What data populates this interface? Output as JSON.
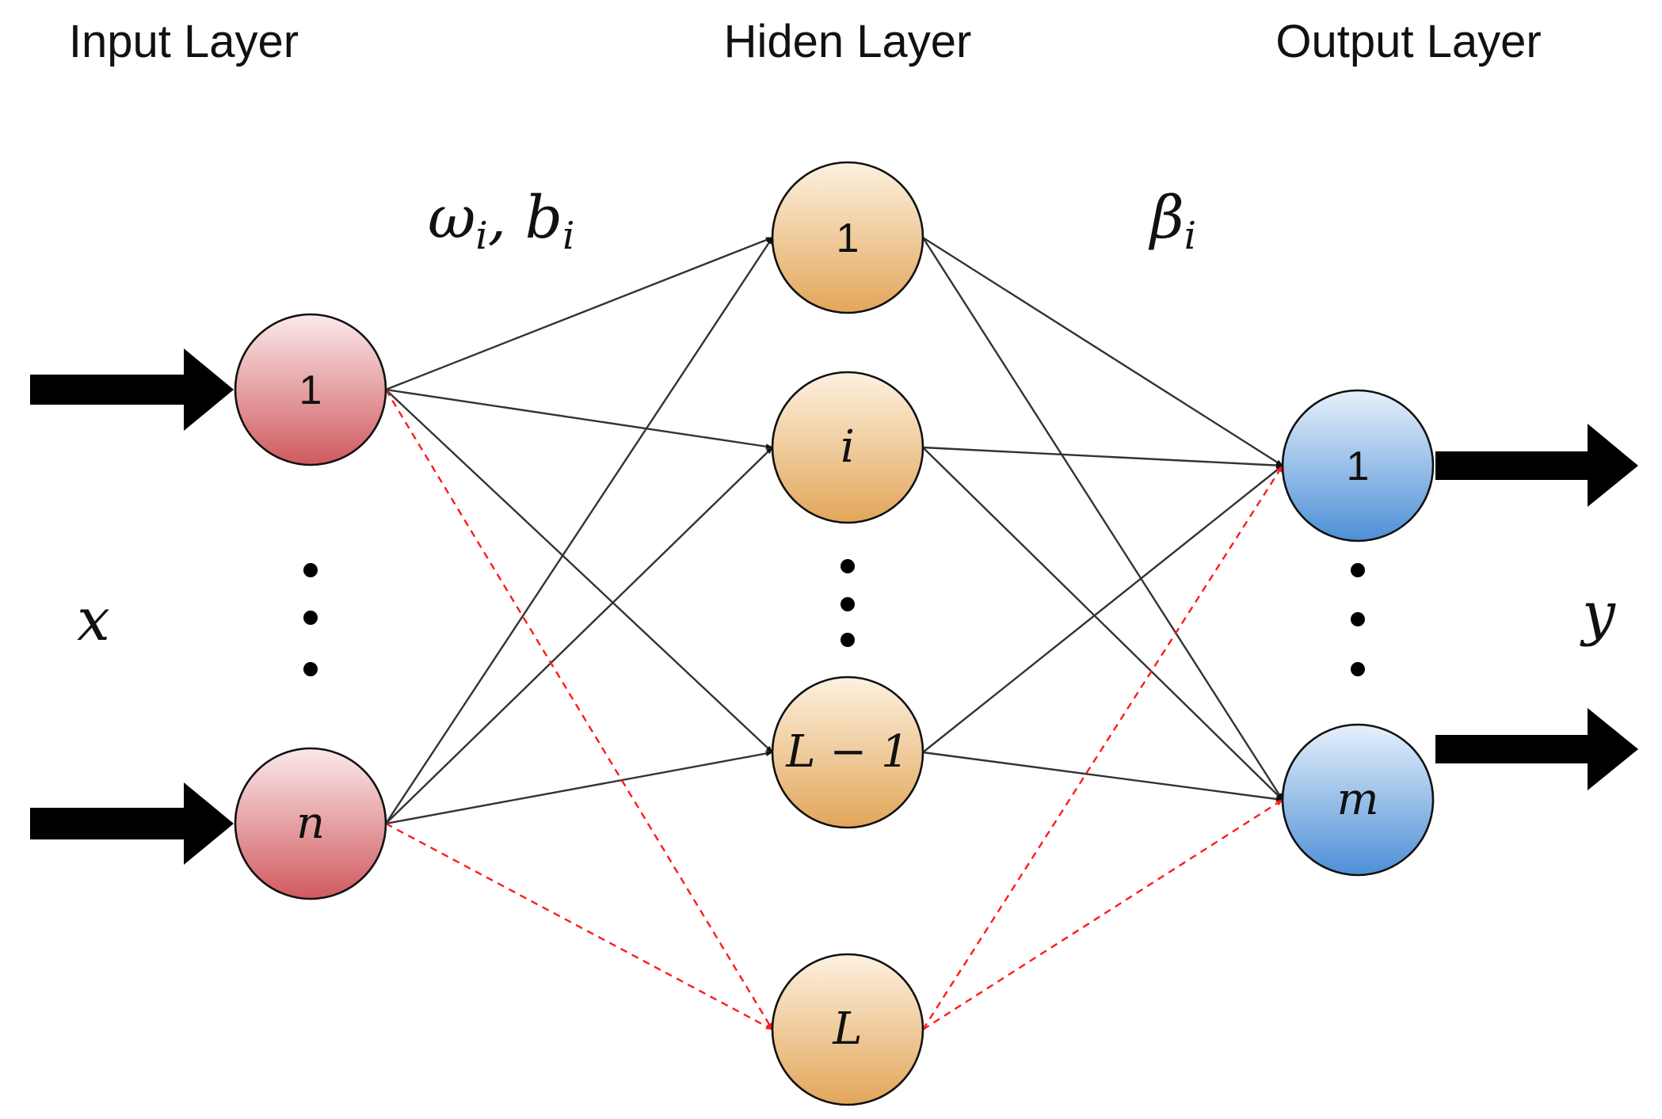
{
  "labels": {
    "input_layer": "Input Layer",
    "hidden_layer": "Hiden Layer",
    "output_layer": "Output Layer",
    "input_var": "x",
    "output_var": "y",
    "weights_omega": "ω",
    "weights_sep": ", ",
    "weights_b": "b",
    "weights_sub": "i",
    "beta": "β",
    "beta_sub": "i"
  },
  "input_nodes": [
    {
      "label": "1",
      "style": "num"
    },
    {
      "label": "n",
      "style": "var"
    }
  ],
  "hidden_nodes": [
    {
      "label": "1",
      "style": "num"
    },
    {
      "label": "i",
      "style": "var"
    },
    {
      "label": "L − 1",
      "style": "var"
    },
    {
      "label": "L",
      "style": "var"
    }
  ],
  "output_nodes": [
    {
      "label": "1",
      "style": "num"
    },
    {
      "label": "m",
      "style": "var"
    }
  ],
  "colors": {
    "input_top": "#fbe9ea",
    "input_bottom": "#d05a5f",
    "hidden_top": "#fdf1df",
    "hidden_bottom": "#e2a65a",
    "output_top": "#e6f0fb",
    "output_bottom": "#4d8fd6",
    "solid_edge": "#333333",
    "dashed_edge": "#ff1a1a"
  }
}
